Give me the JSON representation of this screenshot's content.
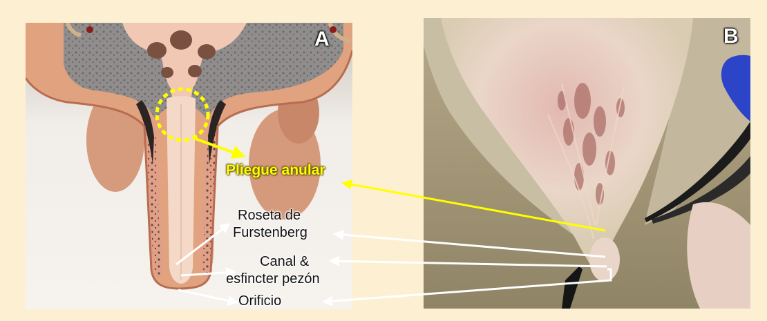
{
  "panel_a": {
    "letter": "A",
    "labels": {
      "pliegue": "Pliegue anular",
      "roseta_line1": "Roseta de",
      "roseta_line2": "Furstenberg",
      "canal_line1": "Canal &",
      "canal_line2": "esfincter pezón",
      "orificio": "Orificio"
    }
  },
  "panel_b": {
    "letter": "B"
  },
  "colors": {
    "background": "#fdf0d2",
    "highlight_yellow": "#ffff00",
    "arrow_white": "#ffffff"
  }
}
